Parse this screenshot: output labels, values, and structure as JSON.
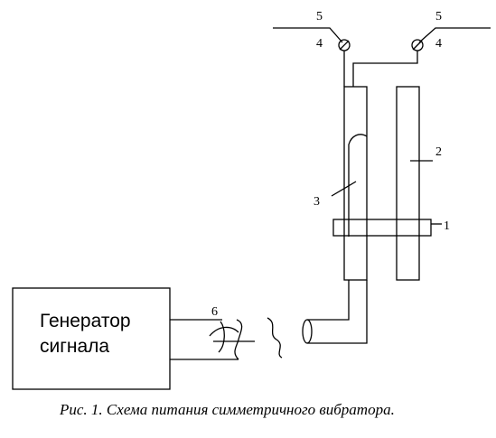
{
  "labels": {
    "line_left": "5",
    "line_right": "5",
    "terminal_left": "4",
    "terminal_right": "4",
    "clamp": "1",
    "arm_right": "2",
    "arm_left": "3",
    "cable": "6"
  },
  "generator": {
    "line1": "Генератор",
    "line2": "сигнала"
  },
  "caption": "Рис. 1. Схема питания симметричного вибратора."
}
